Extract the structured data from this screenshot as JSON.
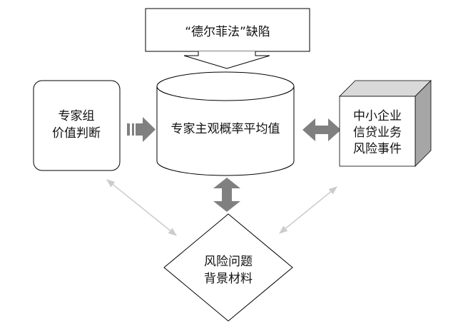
{
  "nodes": {
    "delphi_flaw": {
      "label": "“德尔菲法”缺陷"
    },
    "expert_group": {
      "lines": [
        "专家组",
        "价值判断"
      ]
    },
    "expert_mean": {
      "label": "专家主观概率平均值"
    },
    "sme_risk": {
      "lines": [
        "中小企业",
        "信贷业务",
        "风险事件"
      ]
    },
    "risk_background": {
      "lines": [
        "风险问题",
        "背景材料"
      ]
    }
  },
  "colors": {
    "stroke": "#000000",
    "arrow_fill": "#808080",
    "light_arrow": "#cccccc",
    "cube_top": "#d9d9d9",
    "cube_side": "#a6a6a6"
  }
}
